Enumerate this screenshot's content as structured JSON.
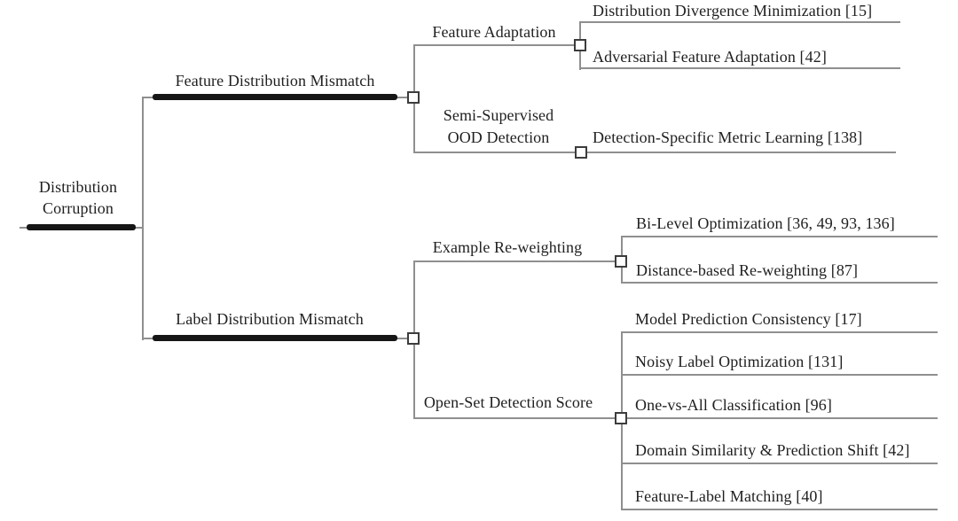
{
  "theme": {
    "bg": "#ffffff",
    "line": "#8f8f8f",
    "bar": "#161616",
    "text": "#1f1f1f",
    "sq_border": "#3c3c3c",
    "sq_fill": "#ffffff"
  },
  "diagram": {
    "type": "taxonomy-tree",
    "root": {
      "label": "Distribution Corruption"
    },
    "branches": [
      {
        "label": "Feature Distribution Mismatch",
        "children": [
          {
            "label": "Feature Adaptation",
            "leaves": [
              {
                "label": "Distribution Divergence Minimization [15]"
              },
              {
                "label": "Adversarial Feature Adaptation [42]"
              }
            ]
          },
          {
            "label": "Semi-Supervised OOD Detection",
            "leaves": [
              {
                "label": "Detection-Specific Metric Learning [138]"
              }
            ]
          }
        ]
      },
      {
        "label": "Label Distribution Mismatch",
        "children": [
          {
            "label": "Example Re-weighting",
            "leaves": [
              {
                "label": "Bi-Level Optimization [36, 49, 93, 136]"
              },
              {
                "label": "Distance-based Re-weighting [87]"
              }
            ]
          },
          {
            "label": "Open-Set Detection Score",
            "leaves": [
              {
                "label": "Model Prediction Consistency [17]"
              },
              {
                "label": "Noisy Label Optimization [131]"
              },
              {
                "label": "One-vs-All Classification [96]"
              },
              {
                "label": "Domain Similarity & Prediction Shift [42]"
              },
              {
                "label": "Feature-Label Matching [40]"
              }
            ]
          }
        ]
      }
    ]
  }
}
